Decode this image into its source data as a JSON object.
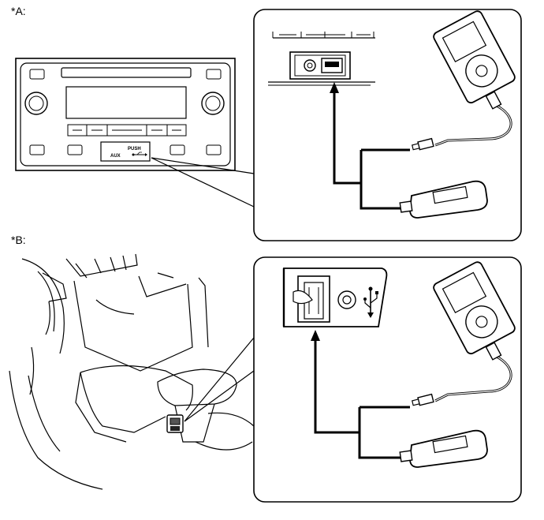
{
  "figure_a": {
    "label": "*A:",
    "aux_label": "AUX",
    "push_label": "PUSH"
  },
  "figure_b": {
    "label": "*B:"
  }
}
